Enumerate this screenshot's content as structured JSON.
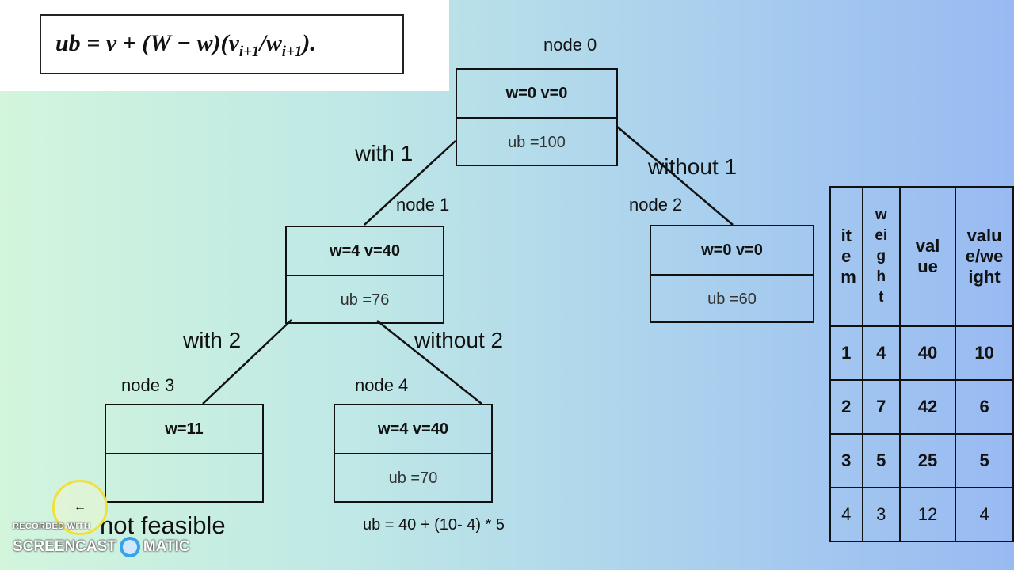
{
  "formula": {
    "lhs": "ub",
    "rhs_a": "v + (W − w)(v",
    "sub1": "i+1",
    "mid": "/w",
    "sub2": "i+1",
    "end": ")."
  },
  "nodes": [
    {
      "label": "node 0",
      "top": "w=0  v=0",
      "bottom": "ub =100"
    },
    {
      "label": "node 1",
      "top": "w=4  v=40",
      "bottom": "ub =76"
    },
    {
      "label": "node 2",
      "top": "w=0  v=0",
      "bottom": "ub =60"
    },
    {
      "label": "node 3",
      "top": "w=11",
      "bottom": ""
    },
    {
      "label": "node 4",
      "top": "w=4  v=40",
      "bottom": "ub =70"
    }
  ],
  "edges": [
    {
      "label": "with 1"
    },
    {
      "label": "without  1"
    },
    {
      "label": "with 2"
    },
    {
      "label": "without  2"
    }
  ],
  "notes": {
    "not_feasible": "not feasible",
    "calc": "ub =  40 + (10- 4)  *  5"
  },
  "table": {
    "headers": [
      "item",
      "weight",
      "value",
      "value/weight"
    ],
    "rows": [
      [
        "1",
        "4",
        "40",
        "10"
      ],
      [
        "2",
        "7",
        "42",
        "6"
      ],
      [
        "3",
        "5",
        "25",
        "5"
      ],
      [
        "4",
        "3",
        "12",
        "4"
      ]
    ]
  },
  "watermark": {
    "line1": "RECORDED WITH",
    "line2a": "SCREENCAST",
    "line2b": "MATIC"
  },
  "cursor_icon": "←"
}
